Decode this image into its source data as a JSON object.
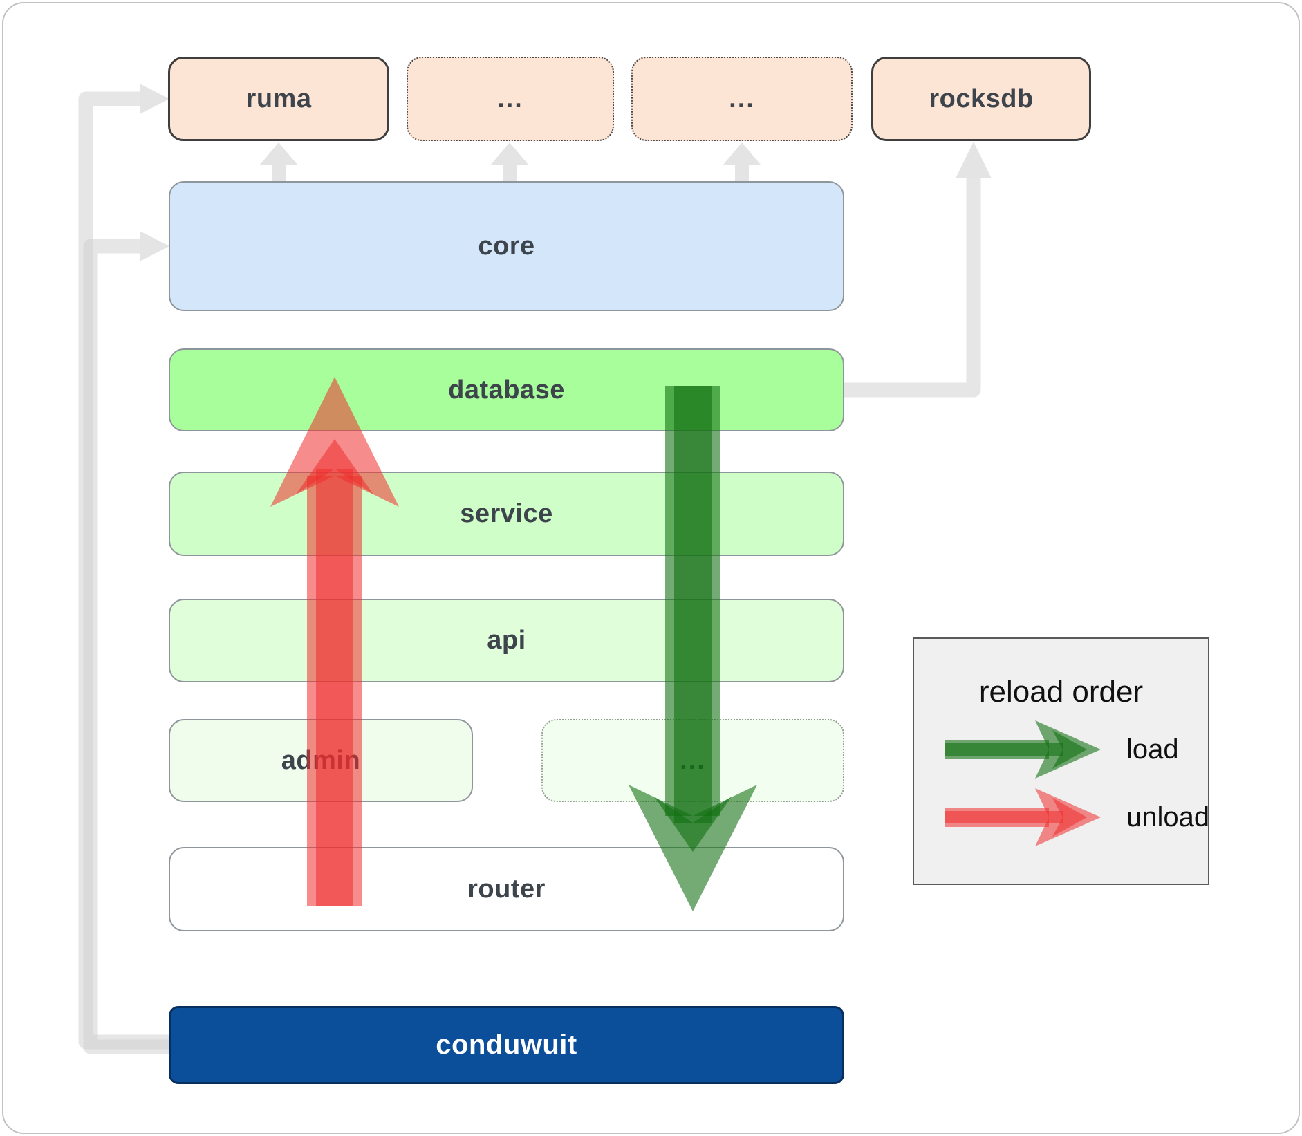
{
  "diagram": {
    "top_row": [
      {
        "label": "ruma"
      },
      {
        "label": "..."
      },
      {
        "label": "..."
      },
      {
        "label": "rocksdb"
      }
    ],
    "stack": [
      {
        "label": "core"
      },
      {
        "label": "database"
      },
      {
        "label": "service"
      },
      {
        "label": "api"
      }
    ],
    "admin_row": [
      {
        "label": "admin"
      },
      {
        "label": "..."
      }
    ],
    "router": {
      "label": "router"
    },
    "app": {
      "label": "conduwuit"
    }
  },
  "legend": {
    "title": "reload order",
    "load_label": "load",
    "unload_label": "unload"
  },
  "colors": {
    "peach_box": "#fde5d6",
    "core_box": "#d4e6fa",
    "database_box": "#a8fe9b",
    "service_box": "#d0fec8",
    "api_box": "#e0feda",
    "admin_box": "#f0fdec",
    "router_box": "#ffffff",
    "conduwuit_box": "#0b4f9b",
    "load_arrow_green": "#2e8b2e",
    "unload_arrow_red": "#f05a5a",
    "connector_gray": "#e8e8e8",
    "legend_background": "#f0f0f0"
  }
}
